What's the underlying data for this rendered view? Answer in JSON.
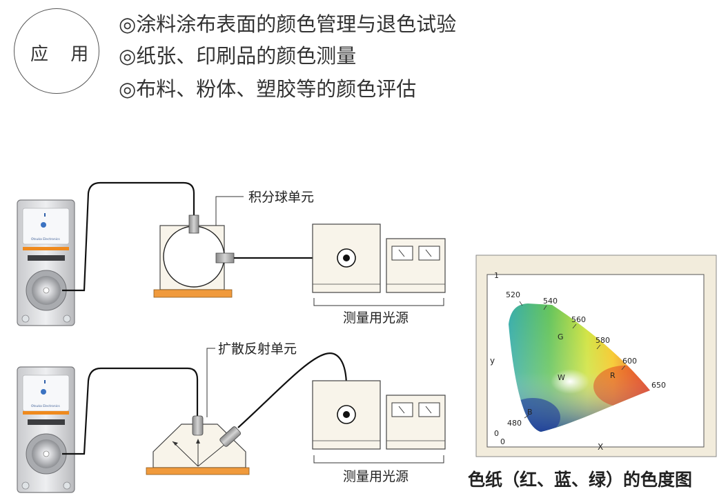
{
  "applications": {
    "label": "应 用",
    "items": [
      "◎涂料涂布表面的颜色管理与退色试验",
      "◎纸张、印刷品的颜色测量",
      "◎布料、粉体、塑胶等的颜色评估"
    ]
  },
  "setup_top": {
    "unit_label": "积分球单元",
    "light_source_label": "测量用光源",
    "device_brand": "Otsuka Electronics"
  },
  "setup_bottom": {
    "unit_label": "扩散反射单元",
    "light_source_label": "测量用光源",
    "device_brand": "Otsuka Electronics"
  },
  "chromaticity": {
    "y_axis": "y",
    "x_axis": "X",
    "tick_y_top": "1",
    "tick_origin_y": "0",
    "tick_origin_x": "0",
    "wavelengths": [
      "520",
      "540",
      "560",
      "580",
      "600",
      "650",
      "480"
    ],
    "regions": [
      "G",
      "W",
      "R",
      "B"
    ],
    "caption": "色纸（红、蓝、绿）的色度图"
  }
}
